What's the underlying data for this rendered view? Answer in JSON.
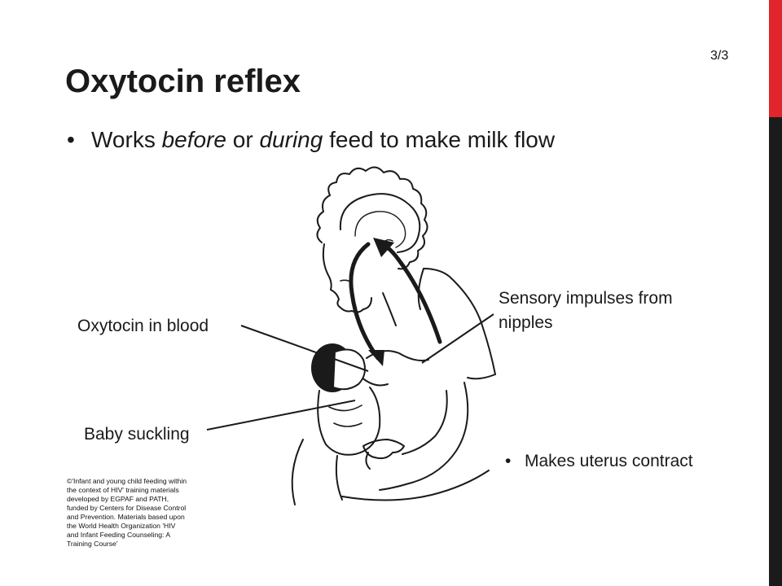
{
  "slide": {
    "page_number": "3/3",
    "title": "Oxytocin reflex",
    "bullet_1": {
      "pre": "Works ",
      "em1": "before",
      "mid": " or ",
      "em2": "during",
      "post": " feed to make milk flow"
    },
    "labels": {
      "oxytocin": "Oxytocin in blood",
      "sensory_line1": "Sensory impulses from",
      "sensory_line2": "nipples",
      "baby": "Baby suckling"
    },
    "bullet_2": "Makes uterus contract",
    "credit": "©'Infant and young child feeding within the context of HIV' training materials developed by EGPAF and PATH, funded by Centers for Disease Control and Prevention. Materials based upon the World Health Organization 'HIV and Infant Feeding Counseling: A Training Course'",
    "colors": {
      "accent_red": "#e0262b",
      "side_bar": "#1b1b1b",
      "text": "#1a1a1a"
    }
  }
}
